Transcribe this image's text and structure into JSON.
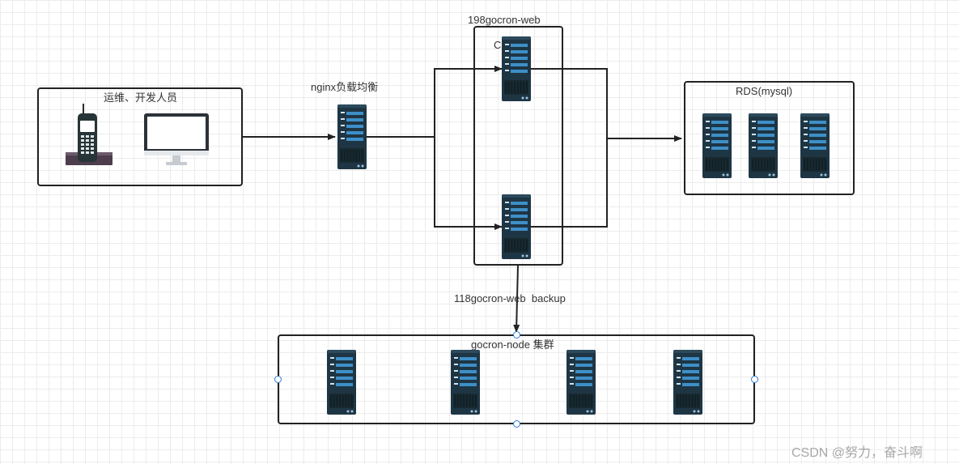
{
  "labels": {
    "ops_group": "运维、开发人员",
    "nginx": "nginx负载均衡",
    "web_primary": "198gocron-web",
    "web_overlay": "Cluster",
    "web_backup": "118gocron-web  backup",
    "rds": "RDS(mysql)",
    "node_cluster": "gocron-node 集群"
  },
  "watermark": "CSDN @努力，奋斗啊",
  "icons": {
    "server": "server-rack-icon",
    "phone": "cordless-phone-icon",
    "monitor": "monitor-icon"
  },
  "colors": {
    "server_body": "#1e3544",
    "server_bar": "#3d8fc7",
    "line": "#222222",
    "handle": "#2f7bd6"
  }
}
